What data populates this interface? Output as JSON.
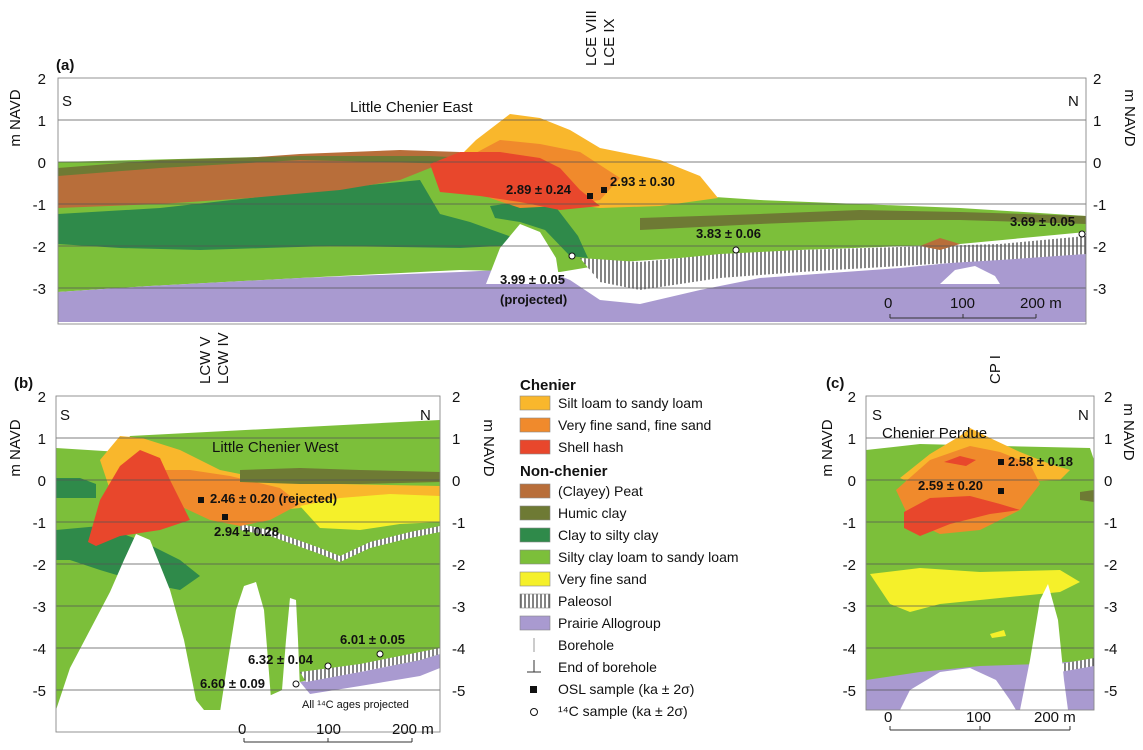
{
  "figure": {
    "panel_a": {
      "letter": "(a)",
      "name": "Little Chenier East",
      "left_dir": "S",
      "right_dir": "N",
      "axis_title": "m NAVD",
      "y_ticks": [
        "2",
        "1",
        "0",
        "-1",
        "-2",
        "-3"
      ],
      "core_labels": [
        "LCE VIII",
        "LCE IX"
      ],
      "ages": [
        "2.89 ± 0.24",
        "2.93 ± 0.30",
        "3.83 ± 0.06",
        "3.69 ± 0.05",
        "3.99 ± 0.05",
        "(projected)"
      ],
      "scale": [
        "0",
        "100",
        "200 m"
      ]
    },
    "panel_b": {
      "letter": "(b)",
      "name": "Little Chenier West",
      "left_dir": "S",
      "right_dir": "N",
      "axis_title": "m NAVD",
      "y_ticks": [
        "2",
        "1",
        "0",
        "-1",
        "-2",
        "-3",
        "-4",
        "-5"
      ],
      "core_labels": [
        "LCW V",
        "LCW IV"
      ],
      "ages": [
        "2.46 ± 0.20 (rejected)",
        "2.94 ± 0.28",
        "6.32 ± 0.04",
        "6.01 ± 0.05",
        "6.60 ± 0.09"
      ],
      "note": "All ¹⁴C ages projected",
      "scale": [
        "0",
        "100",
        "200 m"
      ]
    },
    "panel_c": {
      "letter": "(c)",
      "name": "Chenier Perdue",
      "left_dir": "S",
      "right_dir": "N",
      "axis_title": "m NAVD",
      "y_ticks": [
        "2",
        "1",
        "0",
        "-1",
        "-2",
        "-3",
        "-4",
        "-5"
      ],
      "core_labels": [
        "CP I"
      ],
      "ages": [
        "2.58 ± 0.18",
        "2.59 ± 0.20"
      ],
      "scale": [
        "0",
        "100",
        "200 m"
      ]
    },
    "legend": {
      "chenier_heading": "Chenier",
      "chenier_items": [
        {
          "label": "Silt loam to sandy loam",
          "color": "#f9b72c"
        },
        {
          "label": "Very fine sand, fine sand",
          "color": "#f08a2c"
        },
        {
          "label": "Shell hash",
          "color": "#e8472c"
        }
      ],
      "non_chenier_heading": "Non-chenier",
      "non_chenier_items": [
        {
          "label": "(Clayey) Peat",
          "color": "#b86e3a"
        },
        {
          "label": "Humic clay",
          "color": "#6e7a34"
        },
        {
          "label": "Clay to silty clay",
          "color": "#2f8a4a"
        },
        {
          "label": "Silty clay loam to sandy loam",
          "color": "#7cbf3a"
        },
        {
          "label": "Very fine sand",
          "color": "#f5f02a"
        },
        {
          "label": "Paleosol",
          "color": "hatch"
        },
        {
          "label": "Prairie Allogroup",
          "color": "#a99ad0"
        }
      ],
      "symbols": [
        {
          "label": "Borehole",
          "icon": "borehole-line"
        },
        {
          "label": "End of borehole",
          "icon": "end-of-borehole"
        },
        {
          "label": "OSL sample (ka ± 2σ)",
          "icon": "filled-square"
        },
        {
          "label": "¹⁴C sample (ka ± 2σ)",
          "icon": "open-circle"
        }
      ]
    }
  }
}
